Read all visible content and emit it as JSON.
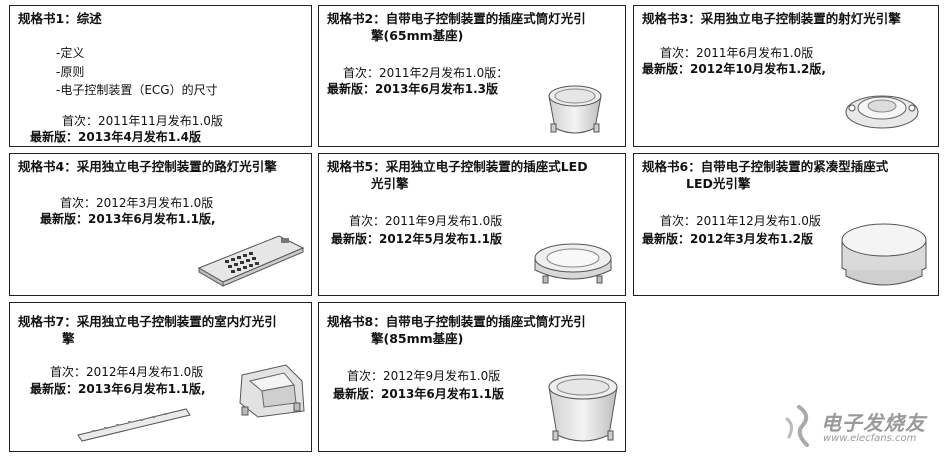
{
  "cards": [
    {
      "title_line1": "规格书1：综述",
      "items": [
        "-定义",
        "-原则",
        "-电子控制装置（ECG）的尺寸"
      ],
      "first": "首次：2011年11月发布1.0版",
      "latest": "最新版：2013年4月发布1.4版"
    },
    {
      "title_line1": "规格书2：自带电子控制装置的插座式筒灯光引",
      "title_line2": "擎(65mm基座)",
      "first": "首次：2011年2月发布1.0版：",
      "latest": "最新版：2013年6月发布1.3版"
    },
    {
      "title_line1": "规格书3：采用独立电子控制装置的射灯光引擎",
      "first": "首次：2011年6月发布1.0版",
      "latest": "最新版：2012年10月发布1.2版,"
    },
    {
      "title_line1": "规格书4：采用独立电子控制装置的路灯光引擎",
      "first": "首次：2012年3月发布1.0版",
      "latest": "最新版：2013年6月发布1.1版,"
    },
    {
      "title_line1": "规格书5：采用独立电子控制装置的插座式LED",
      "title_line2": "光引擎",
      "first": "首次：2011年9月发布1.0版",
      "latest": "最新版：2012年5月发布1.1版"
    },
    {
      "title_line1": "规格书6：自带电子控制装置的紧凑型插座式",
      "title_line2": "LED光引擎",
      "first": "首次：2011年12月发布1.0版",
      "latest": "最新版：2012年3月发布1.2版"
    },
    {
      "title_line1": "规格书7：采用独立电子控制装置的室内灯光引",
      "title_line2": "擎",
      "first": "首次：2012年4月发布1.0版",
      "latest": "最新版：2013年6月发布1.1版,"
    },
    {
      "title_line1": "规格书8：自带电子控制装置的插座式筒灯光引",
      "title_line2": "擎(85mm基座)",
      "first": "首次：2012年9月发布1.0版",
      "latest": "最新版：2013年6月发布1.1版"
    }
  ],
  "watermark": {
    "cn": "电子发烧友",
    "url": "www.elecfans.com"
  }
}
